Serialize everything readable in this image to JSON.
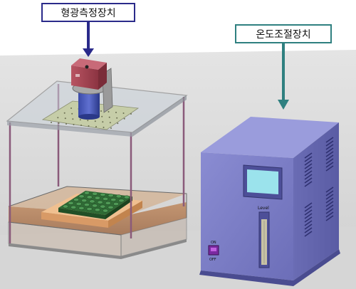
{
  "labels": {
    "fluorescence_device": "형광측정장치",
    "temperature_device": "온도조절장치"
  },
  "panel_texts": {
    "level": "Level",
    "on": "ON",
    "off": "OFF"
  },
  "colors": {
    "fluor_label_border": "#2a2a8a",
    "temp_label_border": "#2f8080",
    "chamber_body": "#7d7fc6",
    "camera_body": "#a0404c",
    "plate": "#2f6b35",
    "water": "#b07850"
  }
}
